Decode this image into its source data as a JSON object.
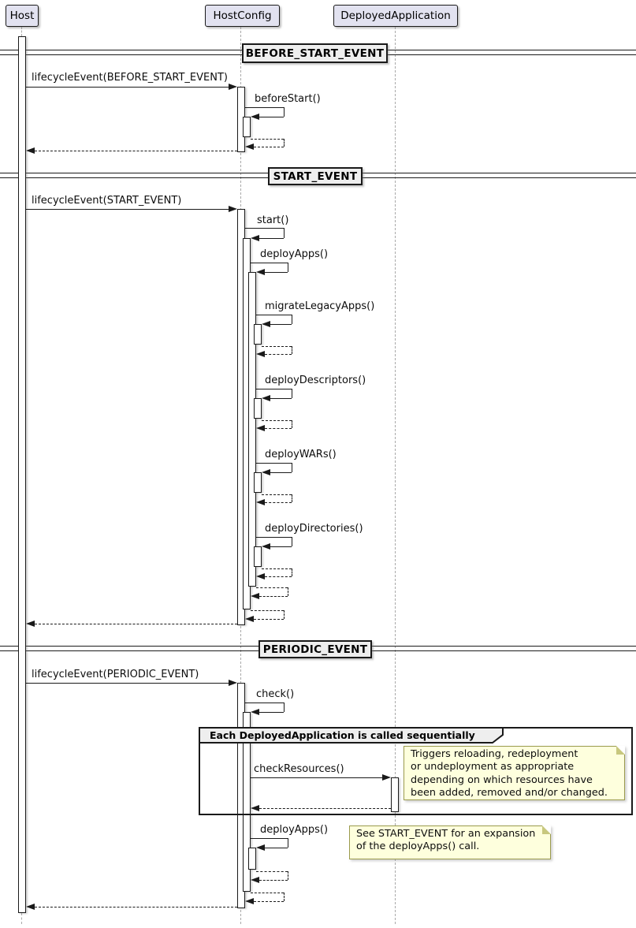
{
  "diagram_type": "uml-sequence",
  "participants": [
    {
      "name": "Host"
    },
    {
      "name": "HostConfig"
    },
    {
      "name": "DeployedApplication"
    }
  ],
  "sections": [
    {
      "divider": "BEFORE_START_EVENT",
      "messages": [
        {
          "from": "Host",
          "to": "HostConfig",
          "label": "lifecycleEvent(BEFORE_START_EVENT)",
          "kind": "call"
        },
        {
          "from": "HostConfig",
          "to": "HostConfig",
          "label": "beforeStart()",
          "kind": "self-call"
        },
        {
          "from": "HostConfig",
          "to": "HostConfig",
          "label": "",
          "kind": "return"
        },
        {
          "from": "HostConfig",
          "to": "Host",
          "label": "",
          "kind": "return"
        }
      ]
    },
    {
      "divider": "START_EVENT",
      "messages": [
        {
          "from": "Host",
          "to": "HostConfig",
          "label": "lifecycleEvent(START_EVENT)",
          "kind": "call"
        },
        {
          "from": "HostConfig",
          "to": "HostConfig",
          "label": "start()",
          "kind": "self-call"
        },
        {
          "from": "HostConfig",
          "to": "HostConfig",
          "label": "deployApps()",
          "kind": "self-call"
        },
        {
          "from": "HostConfig",
          "to": "HostConfig",
          "label": "migrateLegacyApps()",
          "kind": "self-call"
        },
        {
          "from": "HostConfig",
          "to": "HostConfig",
          "label": "deployDescriptors()",
          "kind": "self-call"
        },
        {
          "from": "HostConfig",
          "to": "HostConfig",
          "label": "deployWARs()",
          "kind": "self-call"
        },
        {
          "from": "HostConfig",
          "to": "HostConfig",
          "label": "deployDirectories()",
          "kind": "self-call"
        },
        {
          "from": "HostConfig",
          "to": "Host",
          "label": "",
          "kind": "return"
        }
      ]
    },
    {
      "divider": "PERIODIC_EVENT",
      "group": {
        "title": "Each DeployedApplication is called sequentially"
      },
      "messages": [
        {
          "from": "Host",
          "to": "HostConfig",
          "label": "lifecycleEvent(PERIODIC_EVENT)",
          "kind": "call"
        },
        {
          "from": "HostConfig",
          "to": "HostConfig",
          "label": "check()",
          "kind": "self-call"
        },
        {
          "from": "HostConfig",
          "to": "DeployedApplication",
          "label": "checkResources()",
          "kind": "call"
        },
        {
          "from": "DeployedApplication",
          "to": "HostConfig",
          "label": "",
          "kind": "return"
        },
        {
          "from": "HostConfig",
          "to": "HostConfig",
          "label": "deployApps()",
          "kind": "self-call"
        },
        {
          "from": "HostConfig",
          "to": "Host",
          "label": "",
          "kind": "return"
        }
      ],
      "notes": [
        {
          "lines": [
            "Triggers reloading, redeployment",
            "or undeployment as appropriate",
            "depending on which resources have",
            "been added, removed and/or changed."
          ]
        },
        {
          "lines": [
            "See START_EVENT for an expansion",
            "of the deployApps() call."
          ]
        }
      ]
    }
  ]
}
